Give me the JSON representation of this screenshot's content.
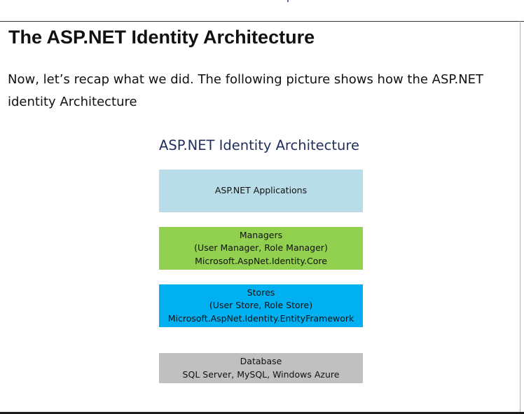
{
  "page": {
    "title": "The ASP.NET Identity Architecture",
    "intro": "Now, let’s recap what we did. The following picture shows how the ASP.NET identity Architecture"
  },
  "diagram": {
    "title": "ASP.NET Identity Architecture",
    "layers": [
      {
        "lines": [
          "ASP.NET Applications"
        ],
        "color": "#b8dde9"
      },
      {
        "lines": [
          "Managers",
          "(User Manager, Role Manager)",
          "Microsoft.AspNet.Identity.Core"
        ],
        "color": "#92d050"
      },
      {
        "lines": [
          "Stores",
          "(User Store, Role Store)",
          "Microsoft.AspNet.Identity.EntityFramework"
        ],
        "color": "#00b0f0"
      },
      {
        "lines": [
          "Database",
          "SQL Server, MySQL, Windows Azure"
        ],
        "color": "#c0c0c0"
      }
    ]
  }
}
